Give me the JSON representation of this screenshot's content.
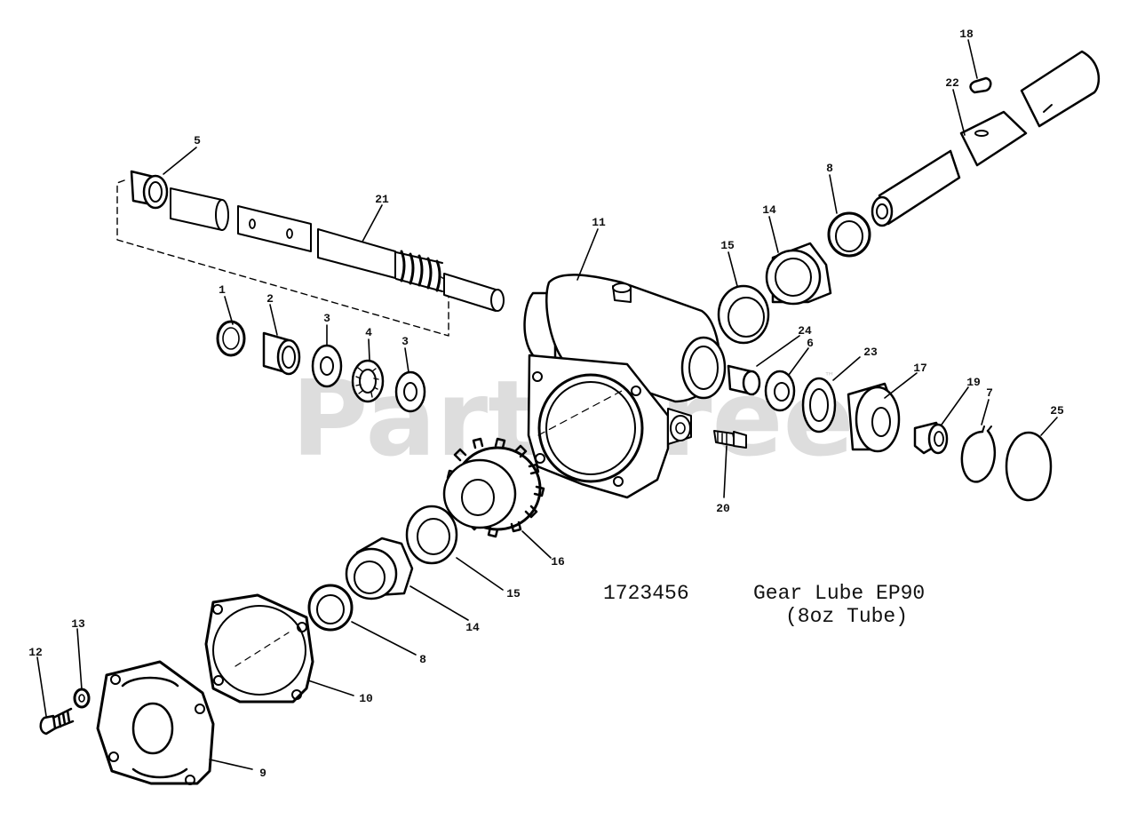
{
  "watermark": {
    "text": "PartsTree",
    "tm": "™"
  },
  "note": {
    "part_number": "1723456",
    "description_line1": "Gear Lube EP90",
    "description_line2": "(8oz Tube)"
  },
  "callouts": [
    "1",
    "2",
    "3",
    "4",
    "3",
    "5",
    "21",
    "11",
    "15",
    "14",
    "8",
    "22",
    "18",
    "24",
    "6",
    "23",
    "17",
    "19",
    "7",
    "25",
    "20",
    "16",
    "15",
    "14",
    "8",
    "10",
    "9",
    "12",
    "13"
  ]
}
